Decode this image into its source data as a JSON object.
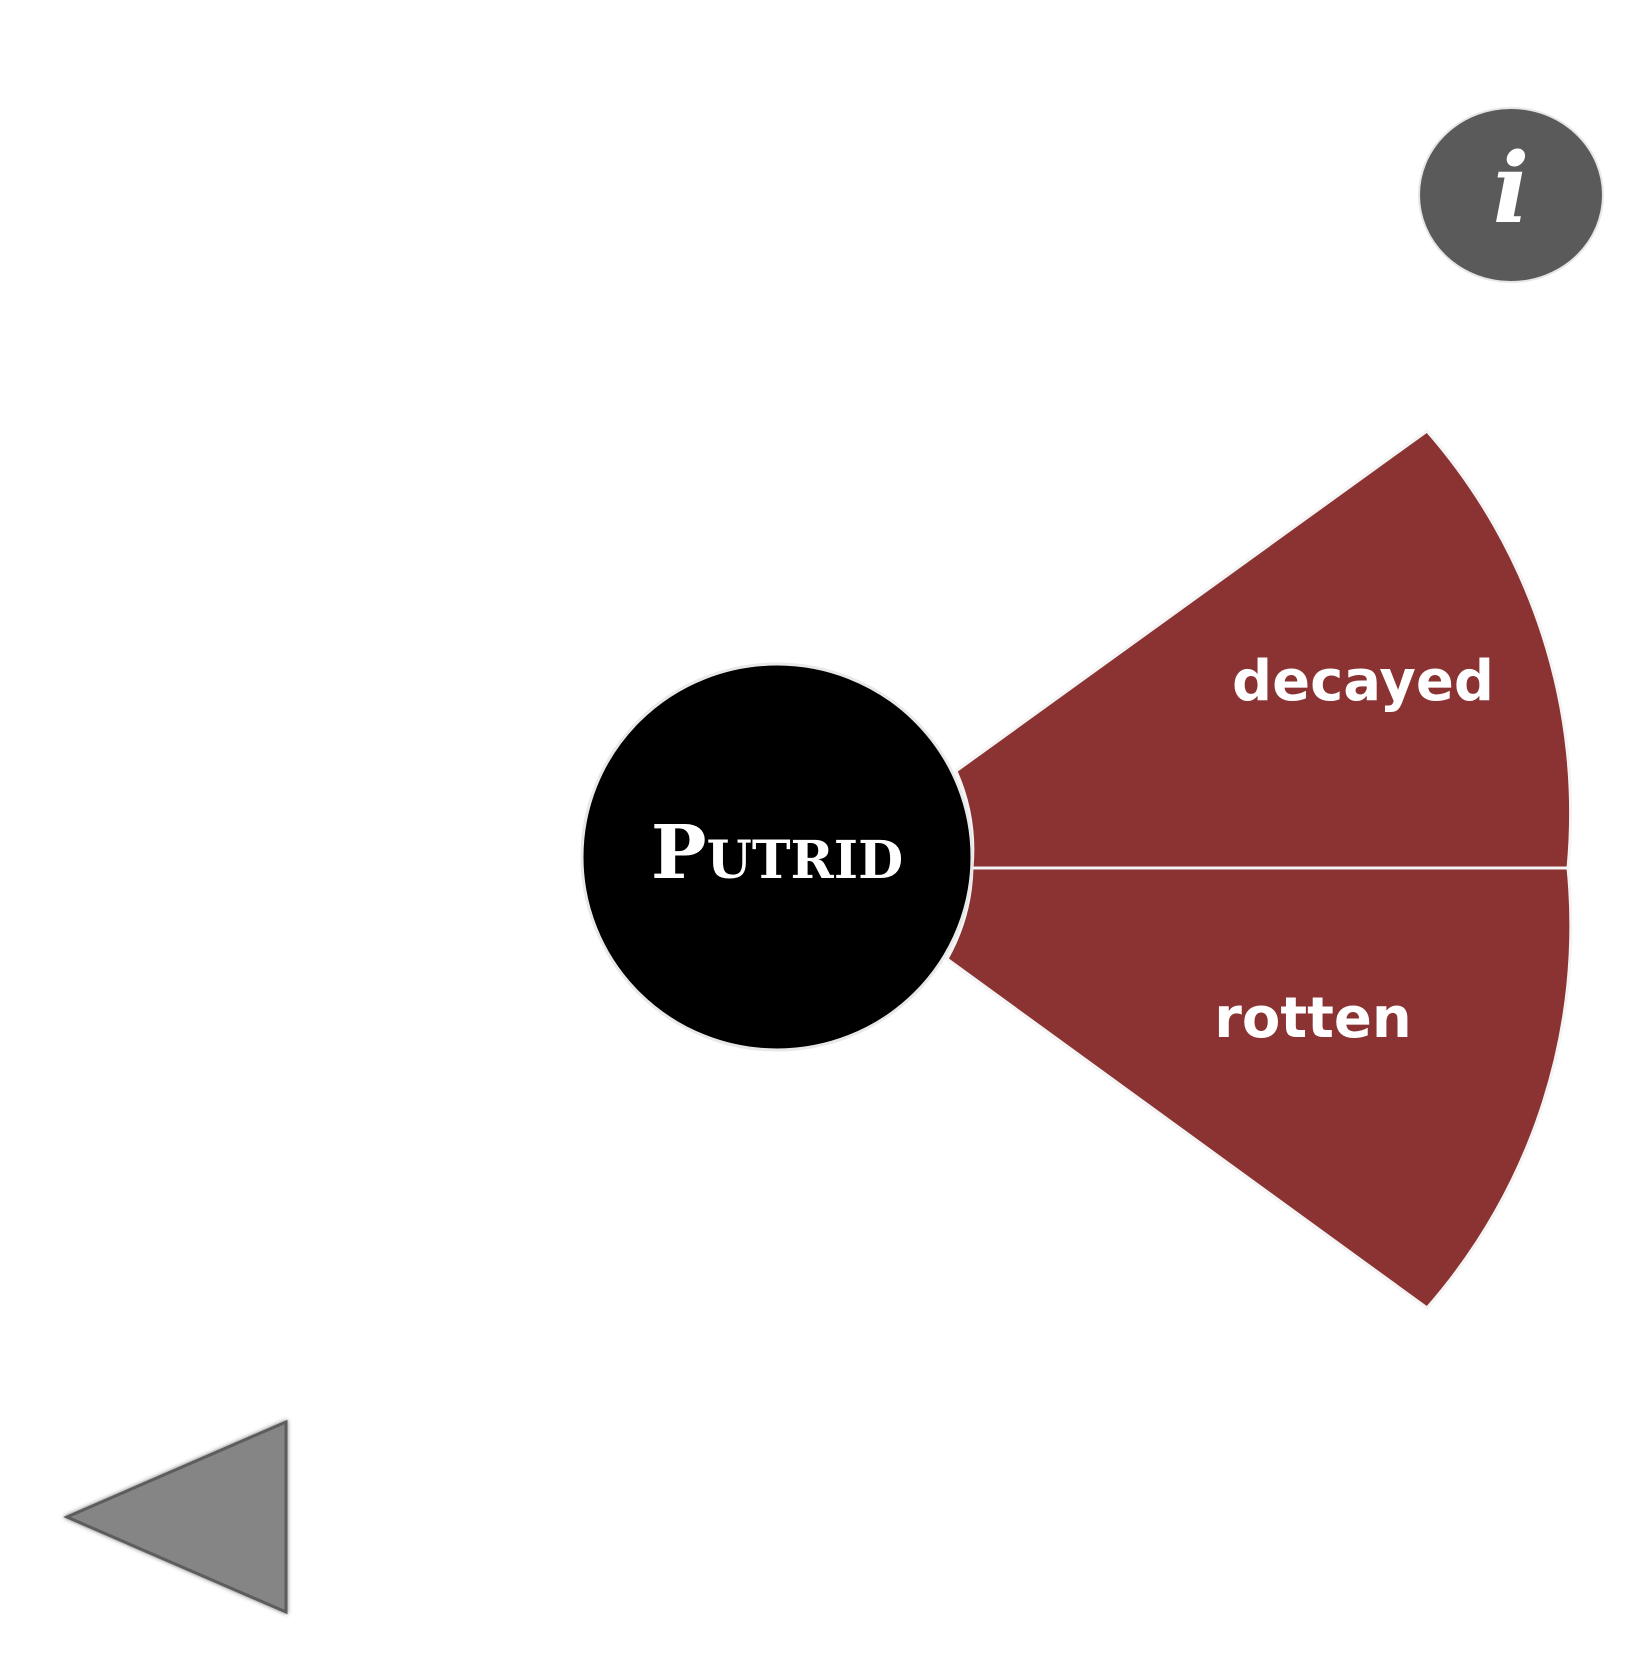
{
  "center_word": {
    "label_first": "P",
    "label_rest": "UTRID",
    "color": "#000000"
  },
  "segments": [
    {
      "label": "decayed",
      "color": "#8b3232"
    },
    {
      "label": "rotten",
      "color": "#8b3232"
    }
  ],
  "info_button": {
    "icon": "info-icon",
    "glyph": "i",
    "color": "#5a5a5a"
  },
  "back_button": {
    "icon": "triangle-left-icon",
    "color": "#858585"
  }
}
